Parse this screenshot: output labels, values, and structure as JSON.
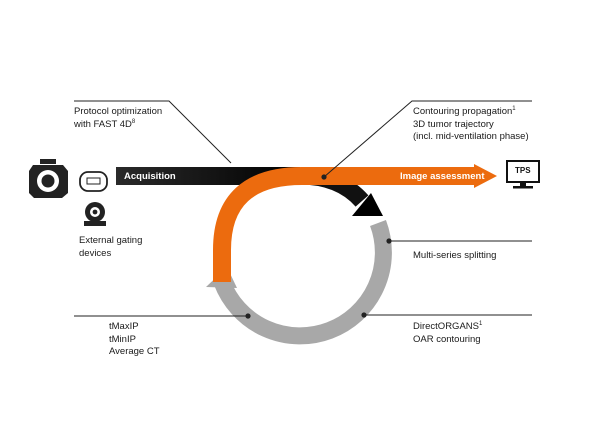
{
  "diagram": {
    "acquisition": "Acquisition",
    "image_assessment": "Image assessment",
    "tps": "TPS",
    "protocol": {
      "line1": "Protocol optimization",
      "line2": "with FAST 4D",
      "sup": "8"
    },
    "contouring": {
      "line1": "Contouring propagation",
      "sup": "1",
      "line2": "3D tumor trajectory",
      "line3": "(incl. mid-ventilation phase)"
    },
    "multi_series": "Multi-series splitting",
    "direct_organs": {
      "line1": "DirectORGANS",
      "sup": "1",
      "line2": "OAR contouring"
    },
    "intensity": {
      "line1": "tMaxIP",
      "line2": "tMinIP",
      "line3": "Average CT"
    },
    "gating": {
      "line1": "External gating",
      "line2": "devices"
    }
  },
  "colors": {
    "orange": "#ec6b0e",
    "black": "#111111",
    "gray": "#a8a8a8",
    "line": "#222222"
  },
  "icons": [
    "ct-scanner-icon",
    "breathing-belt-icon",
    "camera-icon",
    "monitor-icon"
  ]
}
